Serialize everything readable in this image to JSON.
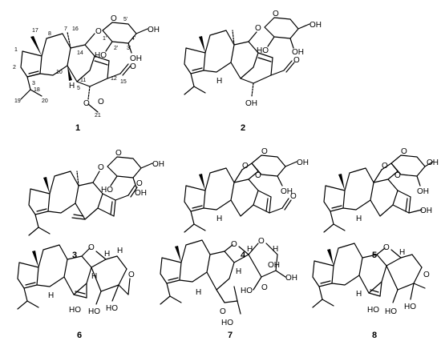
{
  "compounds": [
    {
      "id": "1",
      "atoms": [
        "O",
        "O",
        "O",
        "HO",
        "OH",
        "OH",
        "H",
        "O",
        "O"
      ],
      "numbering": [
        "17",
        "8",
        "7",
        "16",
        "14",
        "1",
        "2",
        "3",
        "18",
        "19",
        "20",
        "10",
        "5",
        "11",
        "12",
        "15",
        "21",
        "1'",
        "2'",
        "3'",
        "4'",
        "5'"
      ]
    },
    {
      "id": "2",
      "atoms": [
        "O",
        "O",
        "OH",
        "OH",
        "HO",
        "H",
        "OH",
        "O"
      ]
    },
    {
      "id": "3",
      "atoms": [
        "O",
        "O",
        "OH",
        "OH",
        "HO",
        "O"
      ]
    },
    {
      "id": "4",
      "atoms": [
        "O",
        "O",
        "O",
        "OH",
        "OH",
        "H",
        "O"
      ]
    },
    {
      "id": "5",
      "atoms": [
        "O",
        "O",
        "O",
        "OH",
        "OH",
        "H",
        "OH"
      ]
    },
    {
      "id": "6",
      "atoms": [
        "O",
        "H",
        "H",
        "O",
        "H",
        "HO",
        "HO",
        "HO",
        "H"
      ]
    },
    {
      "id": "7",
      "atoms": [
        "O",
        "H",
        "O",
        "H",
        "OH",
        "H",
        "H",
        "O",
        "O",
        "OH",
        "HO",
        "HO"
      ]
    },
    {
      "id": "8",
      "atoms": [
        "O",
        "H",
        "O",
        "H",
        "HO",
        "HO",
        "HO"
      ]
    }
  ]
}
